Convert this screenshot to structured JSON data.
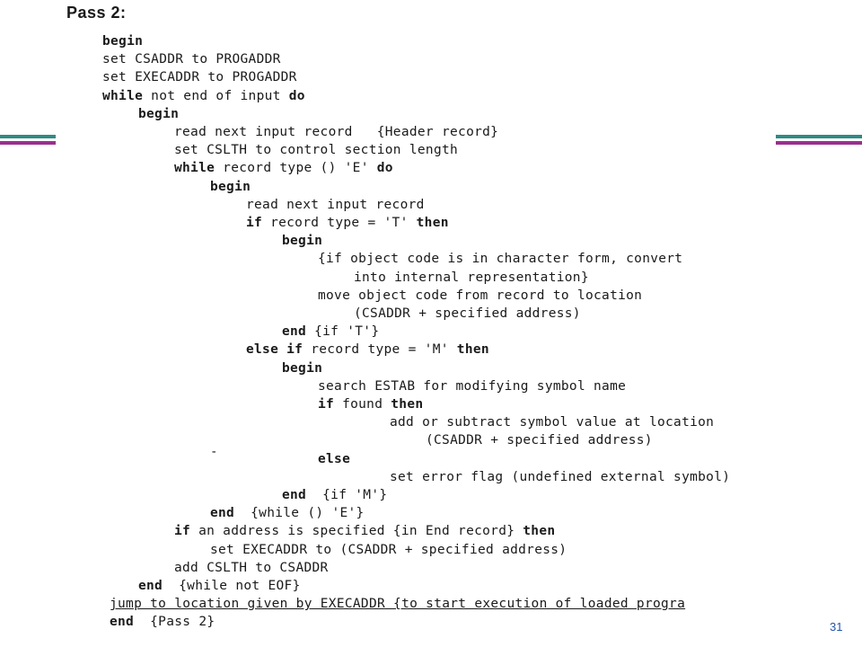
{
  "slide": {
    "title": "Pass 2:",
    "page_number": "31",
    "colors": {
      "accent_teal": "#2e8b83",
      "accent_purple": "#9b2f8e",
      "page_number": "#2255aa"
    }
  },
  "code_lines": [
    {
      "indent": 0,
      "kw": "begin",
      "text": ""
    },
    {
      "indent": 0,
      "kw": "",
      "text": "set CSADDR to PROGADDR"
    },
    {
      "indent": 0,
      "kw": "",
      "text": "set EXECADDR to PROGADDR"
    },
    {
      "indent": 0,
      "kw": "while",
      "text": " not end of input ",
      "kw2": "do"
    },
    {
      "indent": 1,
      "kw": "begin",
      "text": ""
    },
    {
      "indent": 2,
      "kw": "",
      "text": "read next input record   {Header record}"
    },
    {
      "indent": 2,
      "kw": "",
      "text": "set CSLTH to control section length"
    },
    {
      "indent": 2,
      "kw": "while",
      "text": " record type () 'E' ",
      "kw2": "do"
    },
    {
      "indent": 3,
      "kw": "begin",
      "text": ""
    },
    {
      "indent": 4,
      "kw": "",
      "text": "read next input record"
    },
    {
      "indent": 4,
      "kw": "if",
      "text": " record type = 'T' ",
      "kw2": "then"
    },
    {
      "indent": 5,
      "kw": "begin",
      "text": ""
    },
    {
      "indent": 6,
      "kw": "",
      "text": "{if object code is in character form, convert"
    },
    {
      "indent": 7,
      "kw": "",
      "text": "into internal representation}"
    },
    {
      "indent": 6,
      "kw": "",
      "text": "move object code from record to location"
    },
    {
      "indent": 7,
      "kw": "",
      "text": "(CSADDR + specified address)"
    },
    {
      "indent": 5,
      "kw": "end",
      "text": " {if 'T'}"
    },
    {
      "indent": 4,
      "kw": "else if",
      "text": " record type = 'M' ",
      "kw2": "then"
    },
    {
      "indent": 5,
      "kw": "begin",
      "text": ""
    },
    {
      "indent": 6,
      "kw": "",
      "text": "search ESTAB for modifying symbol name"
    },
    {
      "indent": 6,
      "kw": "if",
      "text": " found ",
      "kw2": "then"
    },
    {
      "indent": 8,
      "kw": "",
      "text": "add or subtract symbol value at location"
    },
    {
      "indent": 9,
      "kw": "",
      "text": "(CSADDR + specified address)"
    },
    {
      "indent": 6,
      "kw": "else",
      "text": ""
    },
    {
      "indent": 8,
      "kw": "",
      "text": "set error flag (undefined external symbol)"
    },
    {
      "indent": 5,
      "kw": "end",
      "text": "  {if 'M'}"
    },
    {
      "indent": 3,
      "kw": "end",
      "text": "  {while () 'E'}"
    },
    {
      "indent": 2,
      "kw": "if",
      "text": " an address is specified {in End record} ",
      "kw2": "then"
    },
    {
      "indent": 3,
      "kw": "",
      "text": "set EXECADDR to (CSADDR + specified address)"
    },
    {
      "indent": 2,
      "kw": "",
      "text": "add CSLTH to CSADDR"
    },
    {
      "indent": 1,
      "kw": "end",
      "text": "  {while not EOF}"
    },
    {
      "indent": 0,
      "kw": "",
      "text": "jump to location given by EXECADDR {to start execution of loaded progra",
      "under": true
    },
    {
      "indent": 0,
      "kw": "end",
      "text": "  {Pass 2}"
    }
  ]
}
